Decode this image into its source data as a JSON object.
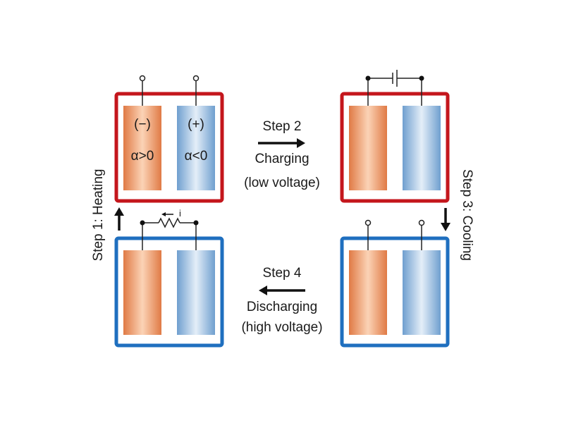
{
  "colors": {
    "hot_frame": "#c4161c",
    "cold_frame": "#1f6fbf",
    "negative_electrode": "#e8935f",
    "positive_electrode": "#8eb6dc",
    "arrow": "#111111"
  },
  "cells": {
    "top_left": {
      "negative_sign": "(−)",
      "positive_sign": "(+)",
      "negative_alpha": "α>0",
      "positive_alpha": "α<0"
    }
  },
  "steps": {
    "step1": {
      "label": "Step 1: Heating",
      "arrow": "up"
    },
    "step2": {
      "title": "Step 2",
      "line1": "Charging",
      "line2": "(low voltage)",
      "arrow": "right"
    },
    "step3": {
      "label": "Step 3: Cooling",
      "arrow": "down"
    },
    "step4": {
      "title": "Step 4",
      "line1": "Discharging",
      "line2": "(high voltage)",
      "arrow": "left"
    }
  },
  "circuit": {
    "current_label": "i",
    "top_right_element": "battery-symbol",
    "bottom_left_element": "resistor-symbol"
  }
}
